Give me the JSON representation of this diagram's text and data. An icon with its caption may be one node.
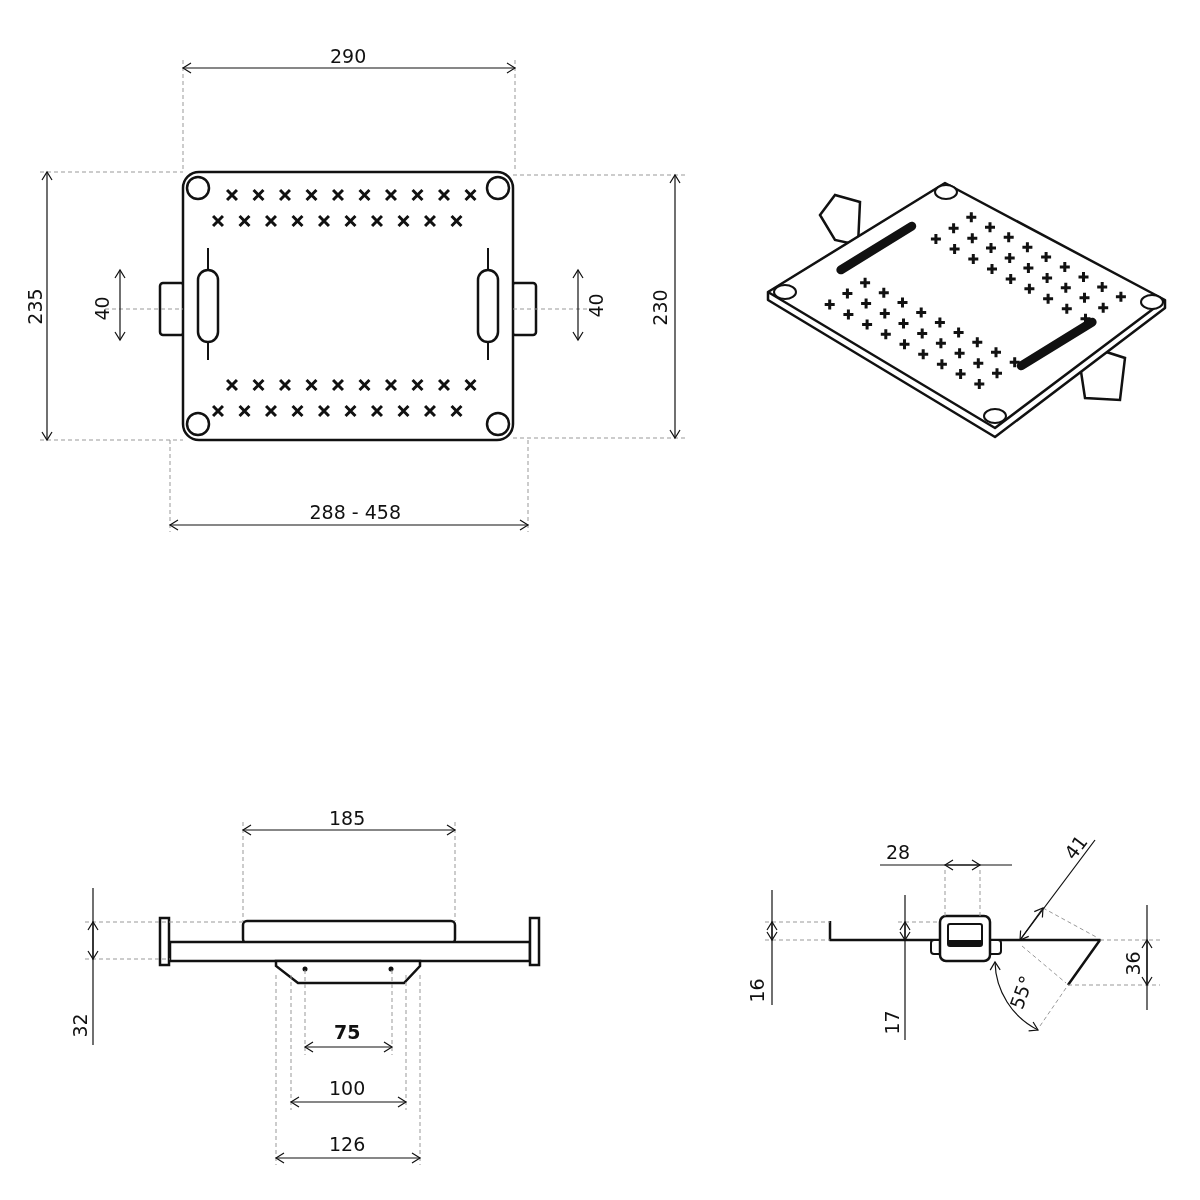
{
  "diagram": {
    "labels": [
      "290",
      "235",
      "40",
      "40",
      "230",
      "288 - 458",
      "185",
      "28",
      "41",
      "36",
      "55°",
      "16",
      "17",
      "32",
      "75",
      "100",
      "126"
    ]
  }
}
